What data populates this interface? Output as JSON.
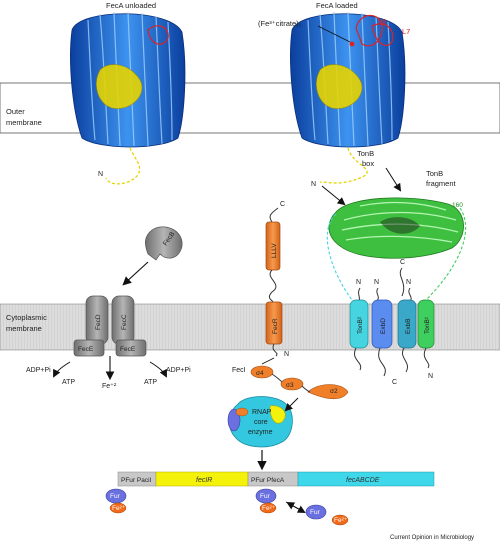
{
  "title_unloaded": "FecA unloaded",
  "title_loaded": "FecA loaded",
  "ferric_citrate": "(Fe³⁺citrate)₂",
  "loop_l8": "L8",
  "loop_l7": "L7",
  "outer_membrane_label": [
    "Outer",
    "membrane"
  ],
  "cytoplasmic_membrane_label": [
    "Cytoplasmic",
    "membrane"
  ],
  "tonb_box": [
    "TonB",
    "box"
  ],
  "tonb_fragment": [
    "TonB",
    "fragment"
  ],
  "residue_160": "160",
  "n_label": "N",
  "c_label": "C",
  "llv": "LLLV",
  "fecr": "FecR",
  "fecb": "FecB",
  "fecd": "FecD",
  "fecc": "FecC",
  "fece": "FecE",
  "adp_pi": "ADP+Pi",
  "atp": "ATP",
  "fe2": "Fe⁺²",
  "fecI": "FecI",
  "sigma4": "σ4",
  "sigma3": "σ3",
  "sigma2": "σ2",
  "rnap": [
    "RNAP",
    "core",
    "enzyme"
  ],
  "tonb2": "TonB²",
  "exbd": "ExbD",
  "exbb": "ExbB",
  "tonb1": "TonB¹",
  "promoter1": "PFur PaciI",
  "gene_fecIR": "fecIR",
  "promoter2": "PFur PfecA",
  "gene_fecABCDE": "fecABCDE",
  "fur": "Fur",
  "fe_ion": "Fe²⁺",
  "credit": "Current Opinion in Microbiology",
  "colors": {
    "barrel": "#1f6fd1",
    "plug": "#e6d400",
    "loop": "#d8232a",
    "fecR": "#f07f2a",
    "abc": "#8f8f8f",
    "tonb_fragment": "#3fbf3f",
    "tonb2": "#45d4e0",
    "exbd": "#5b8cf0",
    "exbb": "#3aa8c8",
    "tonb1": "#3fcf5f",
    "rnap": "#33c8e0",
    "fur": "#6a70e0",
    "fe": "#f06a1a",
    "fecIR_gene": "#f4f20a",
    "fecABCDE_gene": "#3fd8ea",
    "membrane": "#d8d8d8"
  }
}
